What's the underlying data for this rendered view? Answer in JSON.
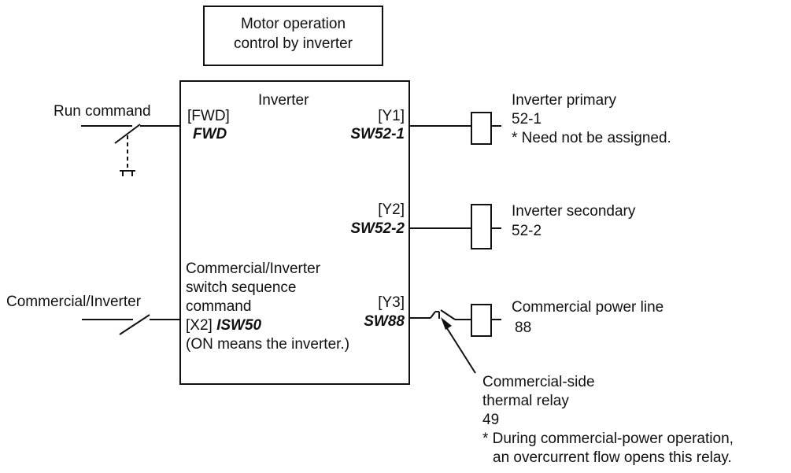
{
  "title_box": {
    "line1": "Motor operation",
    "line2": "control by inverter"
  },
  "inverter": {
    "label": "Inverter",
    "fwd_terminal": "[FWD]",
    "fwd_function": "FWD",
    "y1_terminal": "[Y1]",
    "y1_function": "SW52-1",
    "y2_terminal": "[Y2]",
    "y2_function": "SW52-2",
    "y3_terminal": "[Y3]",
    "y3_function": "SW88",
    "x2_lines": [
      "Commercial/Inverter",
      "switch sequence",
      "command"
    ],
    "x2_terminal": "[X2]",
    "x2_function": "ISW50",
    "x2_note": "(ON means the inverter.)"
  },
  "inputs": {
    "run_command": "Run command",
    "commercial_inverter": "Commercial/Inverter"
  },
  "outputs": {
    "primary": {
      "name": "Inverter primary",
      "code": "52-1",
      "note": "* Need not be assigned."
    },
    "secondary": {
      "name": "Inverter secondary",
      "code": "52-2"
    },
    "commercial": {
      "name": "Commercial power line",
      "code": "88"
    }
  },
  "thermal_relay": {
    "line1": "Commercial-side",
    "line2": "thermal relay",
    "code": "49",
    "note1": "* During commercial-power operation,",
    "note2": "an overcurrent flow opens this relay."
  }
}
